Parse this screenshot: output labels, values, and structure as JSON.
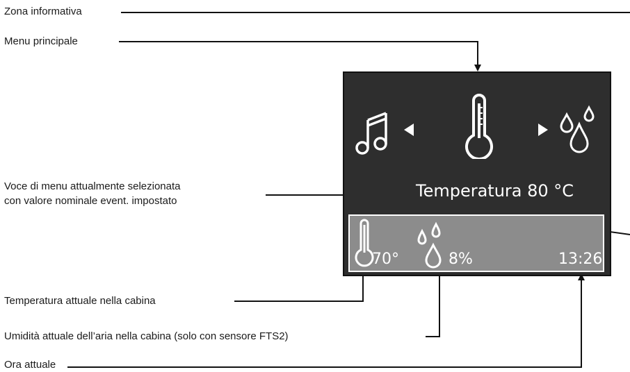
{
  "labels": {
    "zona_informativa": "Zona informativa",
    "menu_principale": "Menu principale",
    "voce_menu_line1": "Voce di menu attualmente selezionata",
    "voce_menu_line2": "con valore nominale event. impostato",
    "temperatura_attuale": "Temperatura attuale nella cabina",
    "umidita_attuale": "Umidità attuale dell’aria nella cabina (solo con sensore FTS2)",
    "ora_attuale": "Ora attuale"
  },
  "display": {
    "selected_item": "Temperatura 80 °C",
    "menu_icons": [
      "music-note-icon",
      "thermometer-icon",
      "humidity-drops-icon"
    ],
    "info": {
      "temperature": "70°",
      "humidity": "8%",
      "time": "13:26"
    },
    "colors": {
      "screen": "#2e2e2e",
      "info_zone": "#8c8c8c",
      "foreground": "#ffffff"
    }
  }
}
